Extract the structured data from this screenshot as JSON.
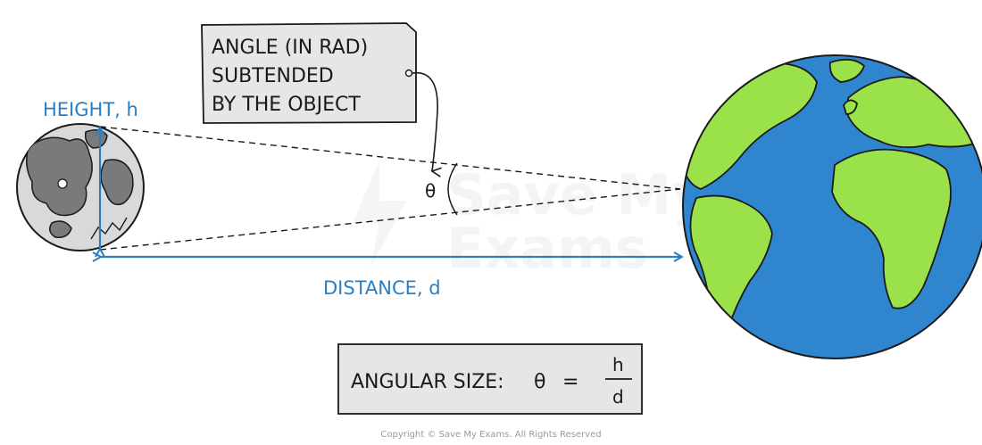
{
  "callout": {
    "lines": [
      "ANGLE (IN RAD)",
      "SUBTENDED",
      "BY THE OBJECT"
    ]
  },
  "labels": {
    "height": "HEIGHT, h",
    "distance": "DISTANCE, d",
    "theta": "θ"
  },
  "formula": {
    "prefix": "ANGULAR SIZE:",
    "theta": "θ",
    "equals": "=",
    "numerator": "h",
    "denominator": "d"
  },
  "watermark": {
    "line1": "Save My",
    "line2": "Exams"
  },
  "copyright": "Copyright © Save My Exams. All Rights Reserved",
  "colors": {
    "blue_label": "#2a7fc4",
    "arrow_blue": "#2a7fc4",
    "box_fill": "#e6e6e6",
    "moon_fill": "#d9d9d9",
    "moon_dark": "#7a7a7a",
    "ocean": "#2f86cf",
    "land": "#9be24a",
    "line": "#1a1a1a"
  }
}
